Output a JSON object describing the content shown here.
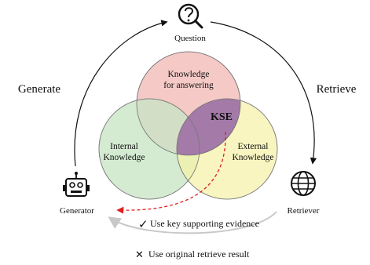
{
  "nodes": {
    "question": {
      "label": "Question",
      "icon": "question-search-icon"
    },
    "generator": {
      "label": "Generator",
      "icon": "robot-icon"
    },
    "retriever": {
      "label": "Retriever",
      "icon": "globe-icon"
    }
  },
  "edges": {
    "generate_label": "Generate",
    "retrieve_label": "Retrieve"
  },
  "venn": {
    "top": {
      "line1": "Knowledge",
      "line2": "for answering",
      "color": "#f4c7c3"
    },
    "left": {
      "line1": "Internal",
      "line2": "Knowledge",
      "color": "#c9e6c6"
    },
    "right": {
      "line1": "External",
      "line2": "Knowledge",
      "color": "#f7f2a8"
    },
    "overlap": {
      "label": "KSE",
      "color": "#a37aa8"
    }
  },
  "legend": {
    "check_text": "Use key supporting evidence",
    "cross_text": "Use original retrieve result",
    "check_mark": "✓",
    "cross_mark": "✕",
    "accent_red": "#e02020",
    "gray_arrow": "#c8c8c8"
  }
}
